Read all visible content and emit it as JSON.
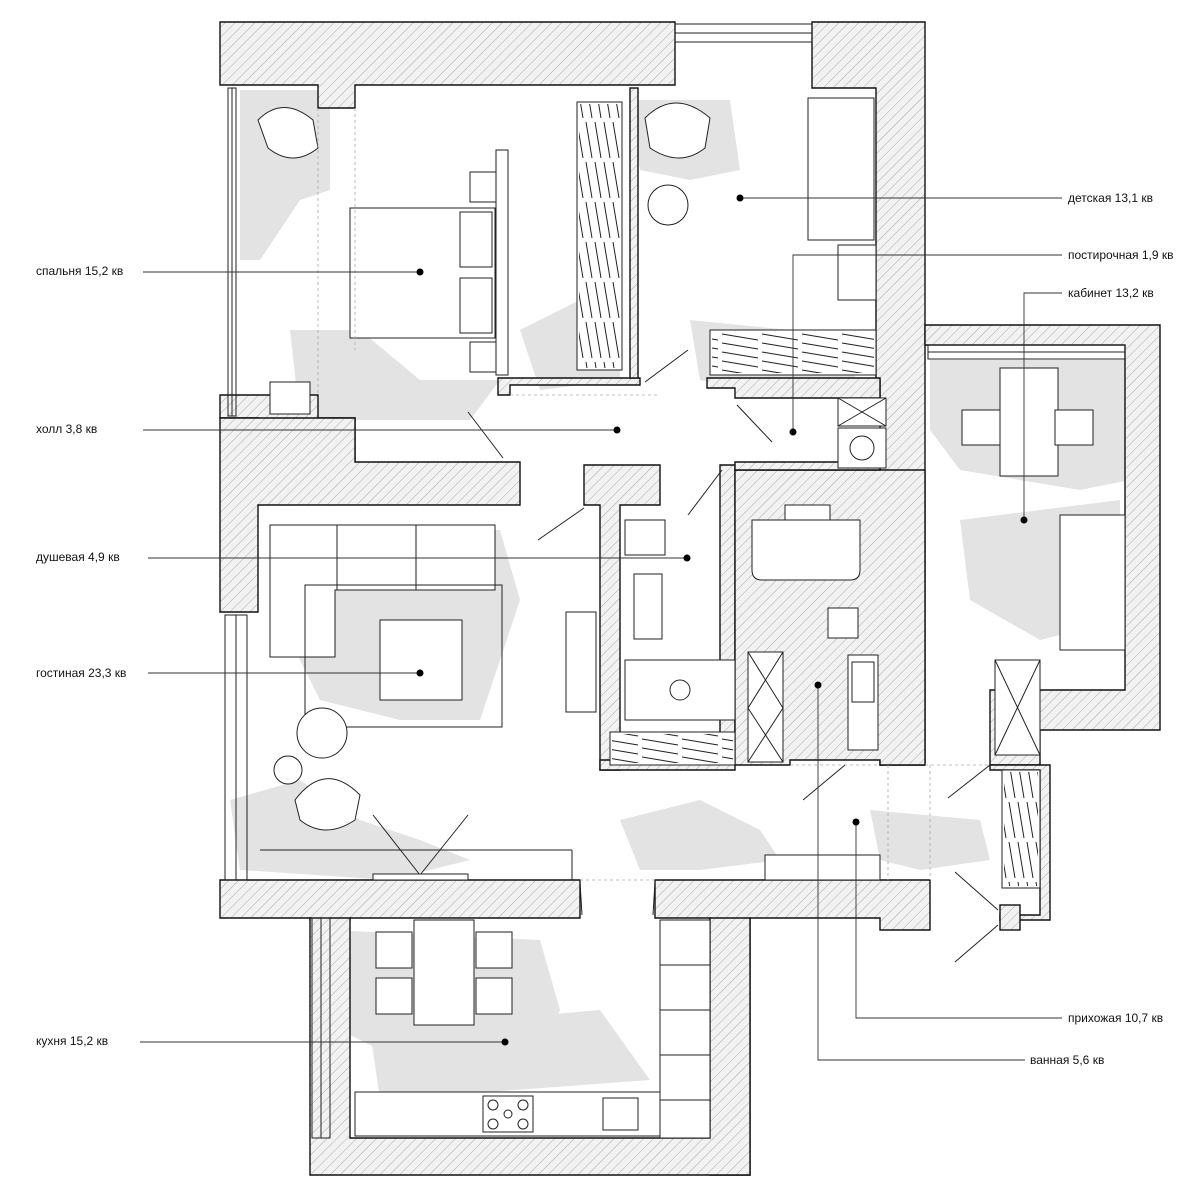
{
  "rooms": [
    {
      "id": "bedroom",
      "label": "спальня 15,2 кв"
    },
    {
      "id": "nursery",
      "label": "детская 13,1 кв"
    },
    {
      "id": "laundry",
      "label": "постирочная 1,9 кв"
    },
    {
      "id": "study",
      "label": "кабинет 13,2 кв"
    },
    {
      "id": "hall",
      "label": "холл 3,8 кв"
    },
    {
      "id": "shower",
      "label": "душевая 4,9 кв"
    },
    {
      "id": "living",
      "label": "гостиная 23,3 кв"
    },
    {
      "id": "kitchen",
      "label": "кухня 15,2 кв"
    },
    {
      "id": "entrance",
      "label": "прихожая 10,7 кв"
    },
    {
      "id": "bathroom",
      "label": "ванная 5,6 кв"
    }
  ]
}
